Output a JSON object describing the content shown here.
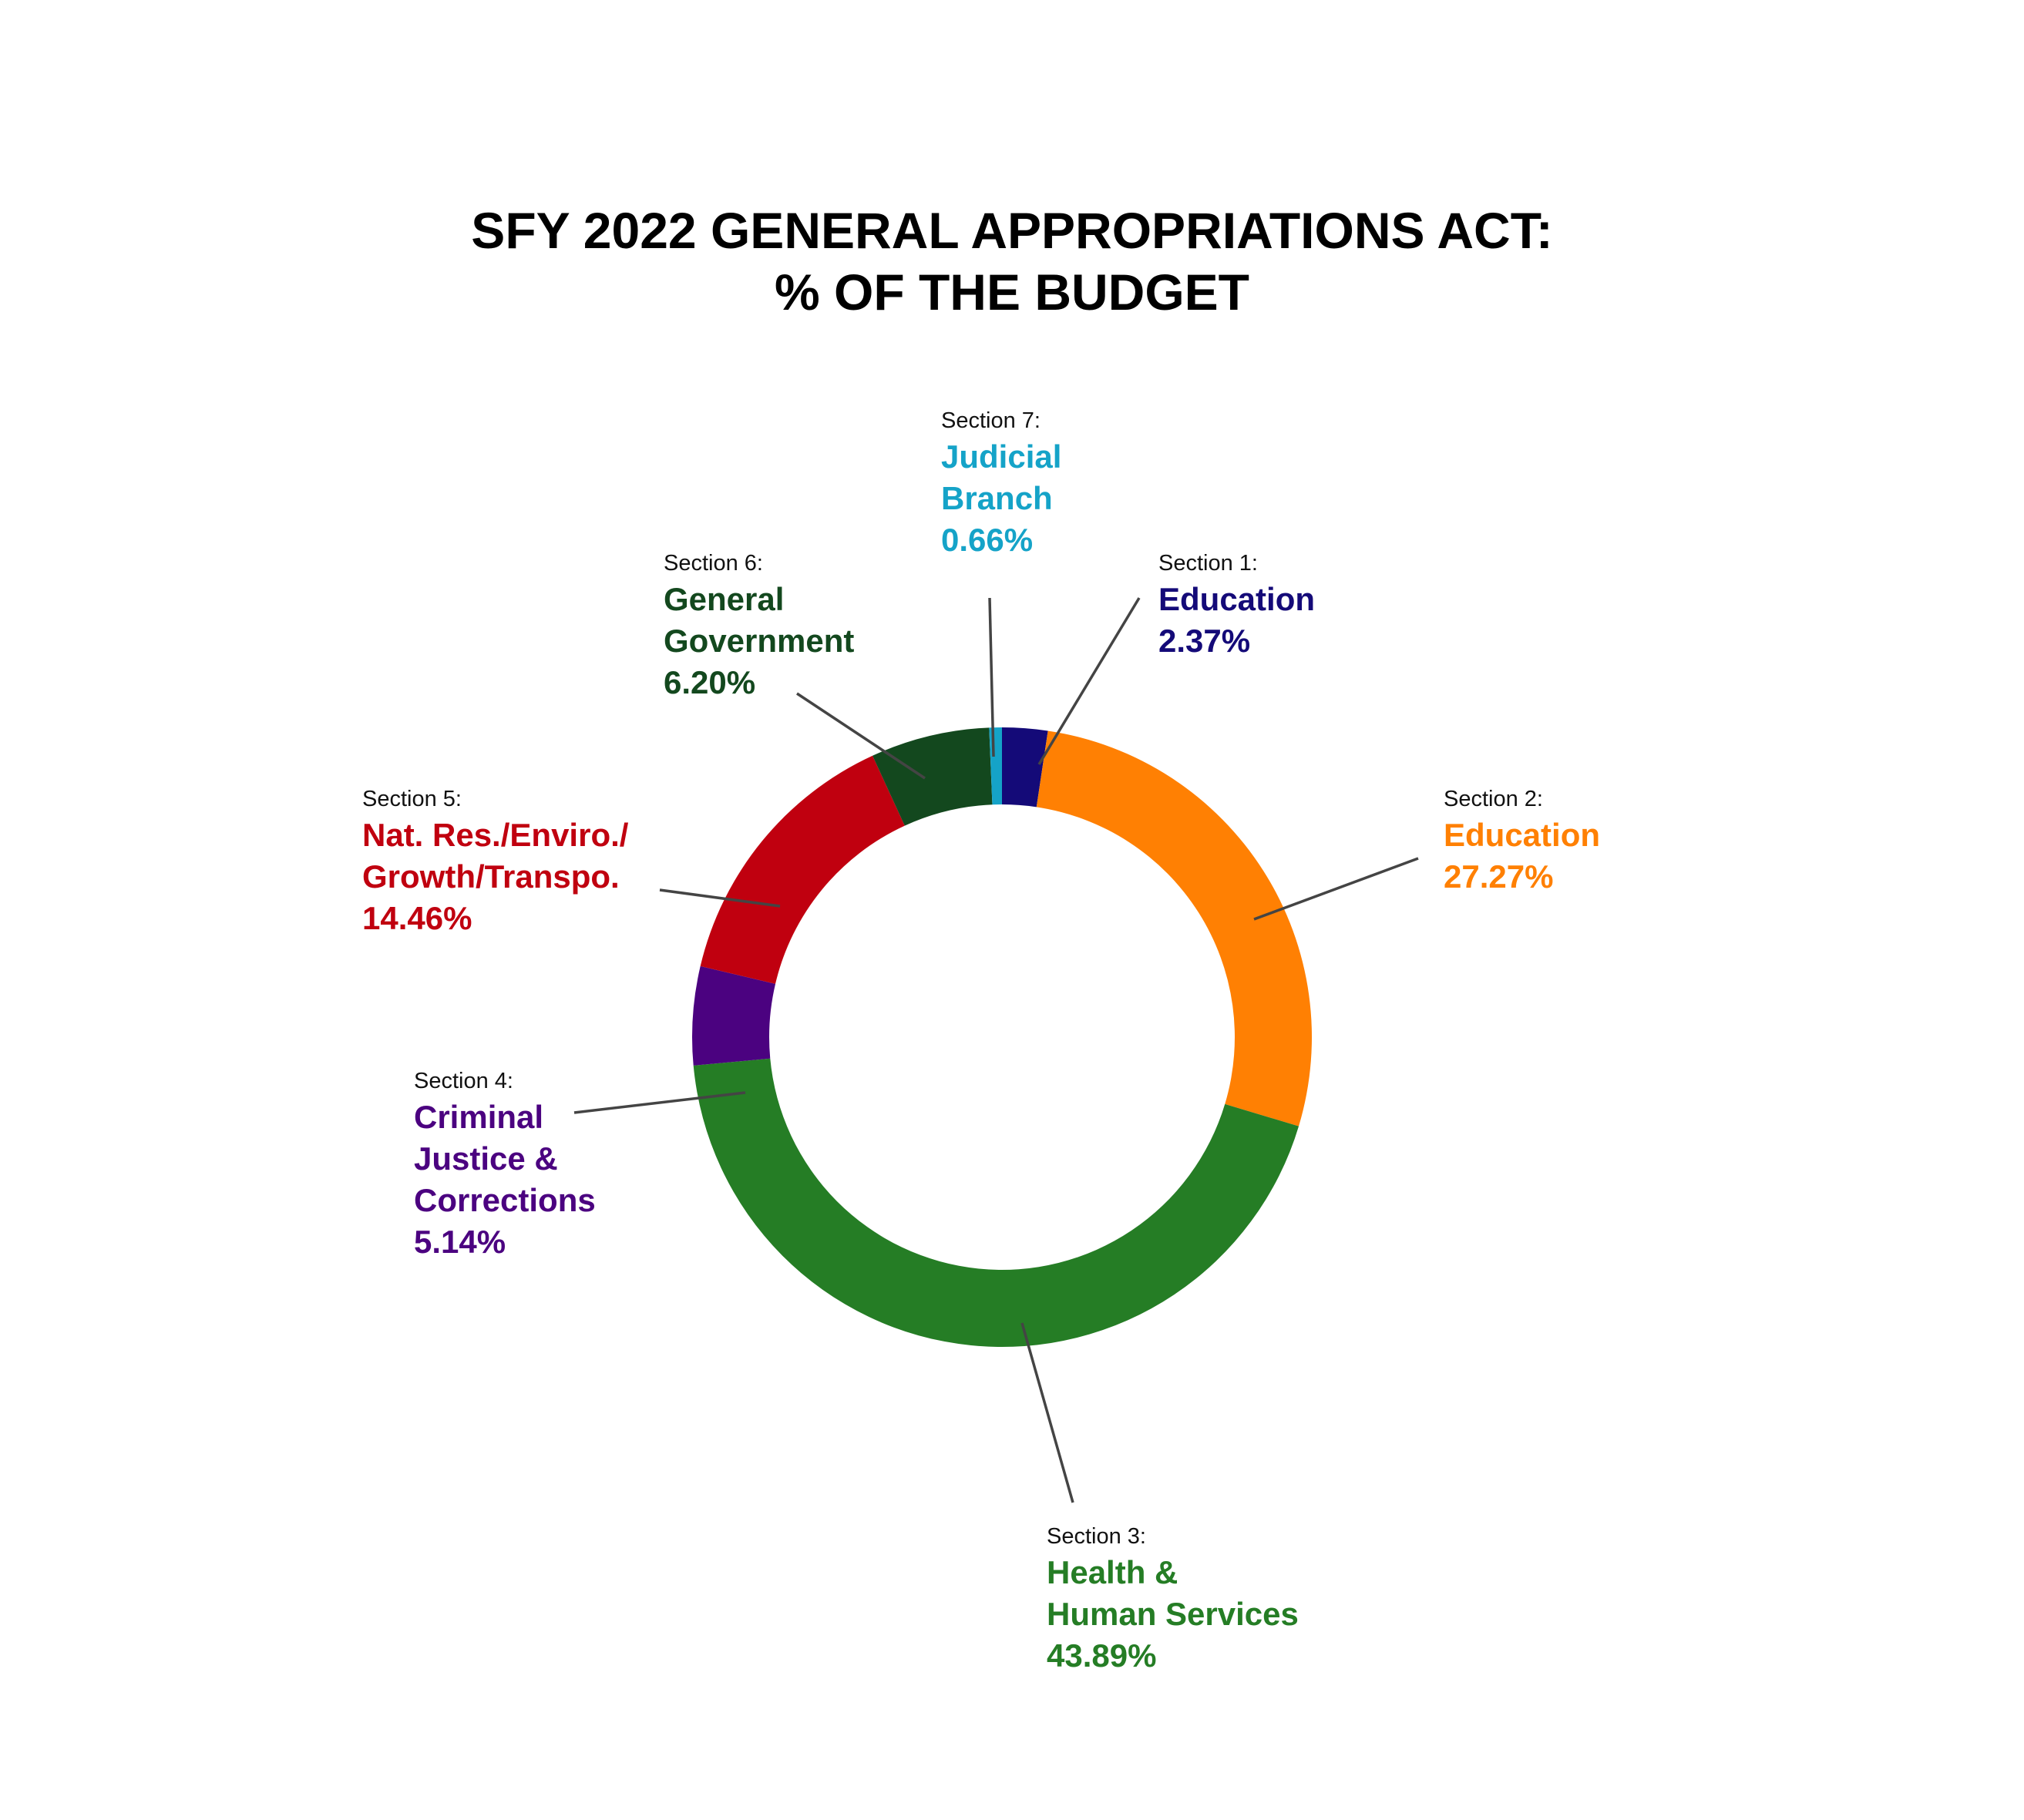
{
  "title": {
    "line1": "SFY 2022 GENERAL APPROPRIATIONS ACT:",
    "line2": "% OF THE BUDGET"
  },
  "chart_data": {
    "type": "pie",
    "variant": "donut",
    "title": "SFY 2022 GENERAL APPROPRIATIONS ACT: % OF THE BUDGET",
    "unit": "%",
    "slices": [
      {
        "id": "s1",
        "section": "Section 1:",
        "name_lines": [
          "Education"
        ],
        "value": 2.37,
        "value_label": "2.37%",
        "color": "#140a78"
      },
      {
        "id": "s2",
        "section": "Section 2:",
        "name_lines": [
          "Education"
        ],
        "value": 27.27,
        "value_label": "27.27%",
        "color": "#ff8003"
      },
      {
        "id": "s3",
        "section": "Section 3:",
        "name_lines": [
          "Health &",
          "Human Services"
        ],
        "value": 43.89,
        "value_label": "43.89%",
        "color": "#257d25"
      },
      {
        "id": "s4",
        "section": "Section 4:",
        "name_lines": [
          "Criminal",
          "Justice &",
          "Corrections"
        ],
        "value": 5.14,
        "value_label": "5.14%",
        "color": "#4b0280"
      },
      {
        "id": "s5",
        "section": "Section 5:",
        "name_lines": [
          "Nat. Res./Enviro./",
          "Growth/Transpo."
        ],
        "value": 14.46,
        "value_label": "14.46%",
        "color": "#c0000f"
      },
      {
        "id": "s6",
        "section": "Section 6:",
        "name_lines": [
          "General",
          "Government"
        ],
        "value": 6.2,
        "value_label": "6.20%",
        "color": "#13481e"
      },
      {
        "id": "s7",
        "section": "Section 7:",
        "name_lines": [
          "Judicial",
          "Branch"
        ],
        "value": 0.66,
        "value_label": "0.66%",
        "color": "#15a3c8"
      }
    ],
    "start": "12 o'clock",
    "direction": "clockwise"
  }
}
